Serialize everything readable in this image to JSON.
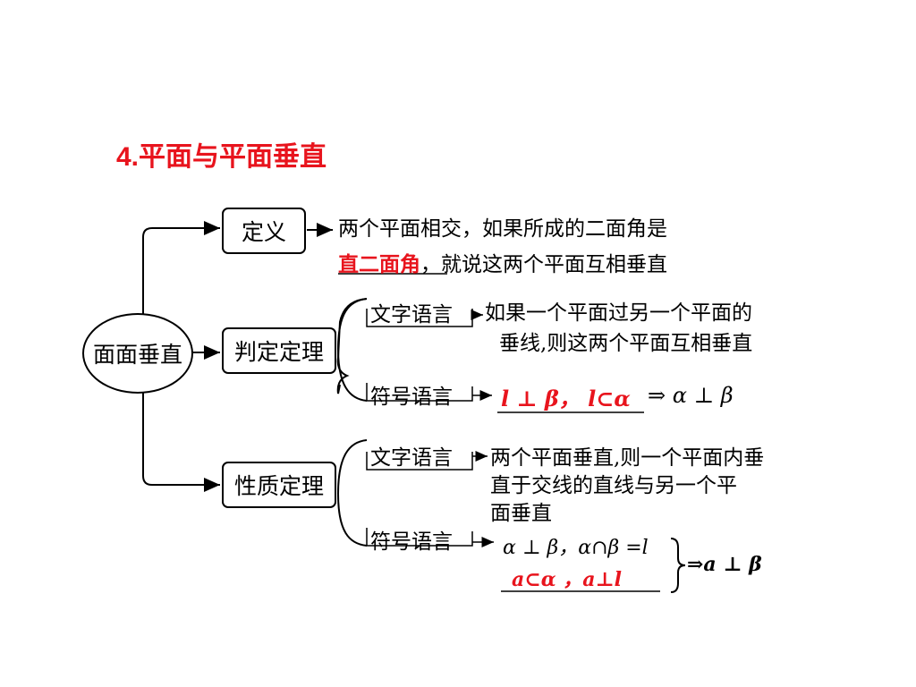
{
  "title": "4.平面与平面垂直",
  "center": "面面垂直",
  "definition": {
    "label": "定义",
    "line1": "两个平面相交，如果所成的二面角是",
    "blank_answer": "直二面角",
    "line2_rest": "，就说这两个平面互相垂直"
  },
  "judgment": {
    "label": "判定定理",
    "text_lang": "文字语言",
    "text_line1": "如果一个平面过另一个平面的",
    "text_line2": "垂线,则这两个平面互相垂直",
    "symbol_lang": "符号语言",
    "symbol_answer": "l ⊥ β， l⊂α",
    "symbol_conclusion": "⇒ α ⊥ β"
  },
  "property": {
    "label": "性质定理",
    "text_lang": "文字语言",
    "text_line1": "两个平面垂直,则一个平面内垂",
    "text_line2": "直于交线的直线与另一个平",
    "text_line3": "面垂直",
    "symbol_lang": "符号语言",
    "symbol_given": "α ⊥ β，α∩β =l",
    "symbol_answer": "a⊂α ，a⊥l",
    "symbol_conclusion": "⇒a ⊥ β"
  }
}
